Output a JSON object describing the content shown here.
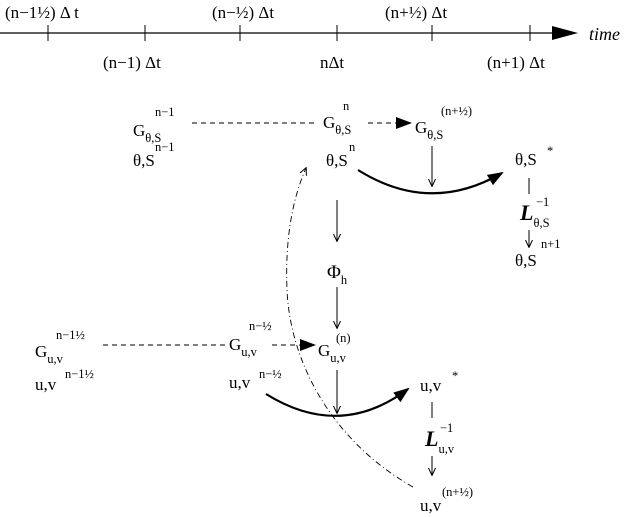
{
  "timeline": {
    "axis_label": "time",
    "top_ticks": [
      "(n−1½) Δ t",
      "(n−½) Δt",
      "(n+½) Δt"
    ],
    "bottom_ticks": [
      "(n−1) Δt",
      "nΔt",
      "(n+1) Δt"
    ]
  },
  "tracer_row": {
    "g_left": {
      "base": "G",
      "sub": "θ,S",
      "sup": "n−1"
    },
    "ts_left": {
      "base": "θ,S",
      "sup": "n−1"
    },
    "g_mid": {
      "base": "G",
      "sub": "θ,S",
      "sup": "n"
    },
    "ts_mid": {
      "base": "θ,S",
      "sup": "n"
    },
    "g_right": {
      "base": "G",
      "sub": "θ,S",
      "sup": "(n+½)"
    },
    "ts_star": {
      "base": "θ,S",
      "sup": "*"
    },
    "L": {
      "base": "L",
      "sub": "θ,S",
      "sup": "−1"
    },
    "ts_next": {
      "base": "θ,S",
      "sup": "n+1"
    }
  },
  "pressure": {
    "base": "Φ",
    "sub": "h"
  },
  "momentum_row": {
    "g_left": {
      "base": "G",
      "sub": "u,v",
      "sup": "n−1½"
    },
    "uv_left": {
      "base": "u,v",
      "sup": "n−1½"
    },
    "g_mid": {
      "base": "G",
      "sub": "u,v",
      "sup": "n−½"
    },
    "uv_mid": {
      "base": "u,v",
      "sup": "n−½"
    },
    "g_right": {
      "base": "G",
      "sub": "u,v",
      "sup": "(n)"
    },
    "uv_star": {
      "base": "u,v",
      "sup": "*"
    },
    "L": {
      "base": "L",
      "sub": "u,v",
      "sup": "−1"
    },
    "uv_next": {
      "base": "u,v",
      "sup": "(n+½)"
    }
  }
}
